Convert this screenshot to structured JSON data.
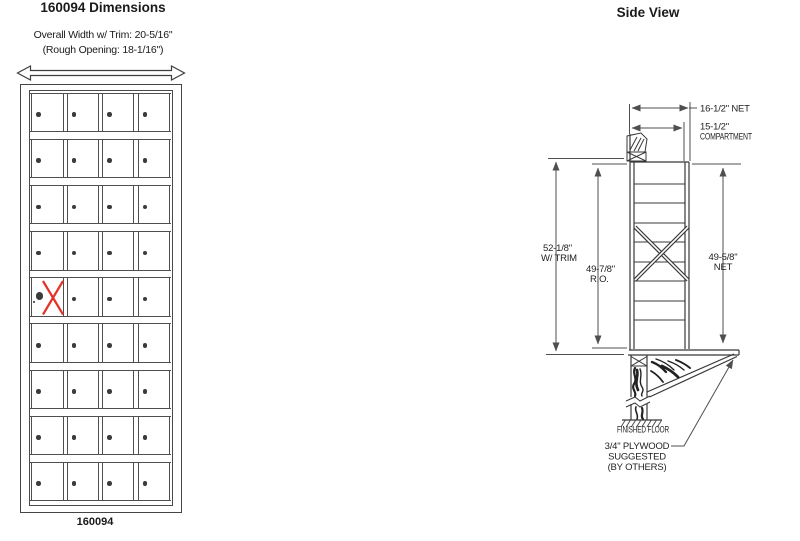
{
  "front_view": {
    "title": "160094 Dimensions",
    "overall_width": "Overall Width w/ Trim: 20-5/16\"",
    "rough_opening": "(Rough Opening: 18-1/16\")",
    "model_label": "160094",
    "grid": {
      "rows": 9,
      "cols": 4,
      "crossed_cell": {
        "row": 5,
        "col": 1
      }
    }
  },
  "side_view": {
    "title": "Side View",
    "dim_net_width": "16-1/2\" NET",
    "dim_compartment_line1": "15-1/2\"",
    "dim_compartment_line2": "COMPARTMENT",
    "dim_with_trim_line1": "52-1/8\"",
    "dim_with_trim_line2": "W/ TRIM",
    "dim_rough_opening_line1": "49-7/8\"",
    "dim_rough_opening_line2": "R.O.",
    "dim_net_height_line1": "49-5/8\"",
    "dim_net_height_line2": "NET",
    "finished_floor": "FINISHED FLOOR",
    "plywood_note_line1": "3/4\" PLYWOOD",
    "plywood_note_line2": "SUGGESTED",
    "plywood_note_line3": "(BY OTHERS)"
  },
  "colors": {
    "line": "#3f3f3f",
    "dim_line": "#4f4f4f",
    "cross_red": "#e53228"
  }
}
